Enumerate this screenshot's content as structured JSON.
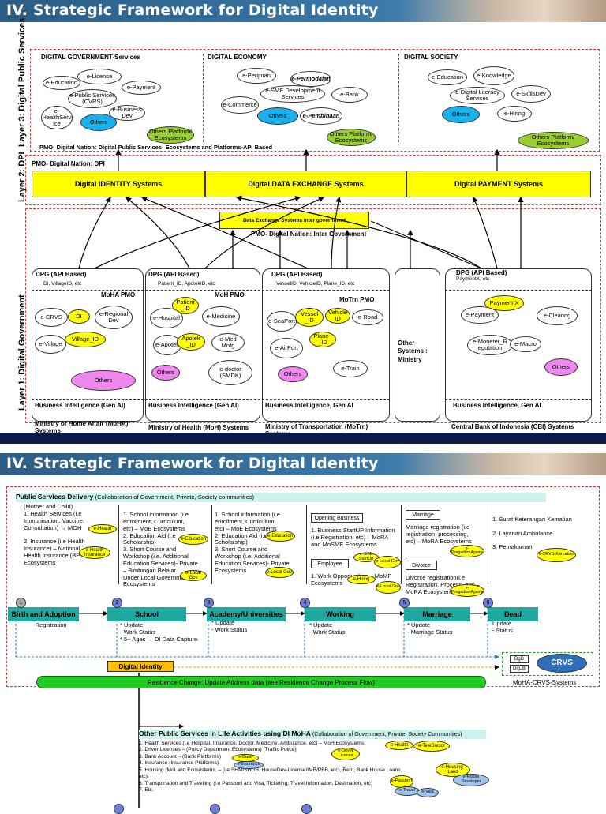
{
  "slide1": {
    "banner_title": "IV. Strategic Framework for Digital Identity",
    "layer3_label": "Layer 3: Digital Public Services",
    "layer2_label": "Layer 2: DPI",
    "layer1_label": "Layer 1: Digital Government",
    "gov_title": "DIGITAL GOVERNMENT-Services",
    "eco_title": "DIGITAL ECONOMY",
    "soc_title": "DIGITAL SOCIETY",
    "gov_items": [
      "e-License",
      "e-Education",
      "e-Payment",
      "e-Public Services (CVRS)",
      "e-Business Dev",
      "e-HealthServ ice",
      "Others"
    ],
    "gov_platform": "Others Platform/ Ecosystems",
    "eco_items": [
      "e-Perijinan",
      "e-Permodalan",
      "e-SME Development Services",
      "e-Bank",
      "e-Commerce",
      "Others",
      "e-Pembinaan"
    ],
    "eco_platform": "Others Platform/ Ecosystems",
    "soc_items": [
      "e-Education",
      "e-Knowledge",
      "e-Digital Literacy Services",
      "e-SkillsDev",
      "Others",
      "e-Hiring"
    ],
    "soc_platform": "Others Platform/ Ecosystems",
    "pmo_dps": "PMO- Digital Nation: Digital Public Services- Ecosystems and Platforms-API Based",
    "pmo_dpi": "PMO- Digital Nation: DPI",
    "dpi_boxes": [
      "Digital IDENTITY Systems",
      "Digital DATA EXCHANGE Systems",
      "Digital PAYMENT Systems"
    ],
    "des_box": "Data Exchange Systems inter government",
    "pmo_inter": "PMO- Digital Nation: Inter Government",
    "dpg_label": "DPG (API Based)",
    "moha": {
      "ids": "DI, VillageID, etc",
      "pmo": "MoHA PMO",
      "items": [
        "e-CRVS",
        "DI",
        "e-Regional Dev",
        "e-Village",
        "Village_ID",
        "Others"
      ],
      "bi": "Business Intelligence (Gen AI)",
      "sys": "Ministry of Home Affair (MoHA) Systems"
    },
    "moh": {
      "ids": "Patient_ID, ApotekID, etc",
      "pmo": "MoH PMO",
      "items": [
        "Patient _ID",
        "e-Hospital",
        "e-Medicine",
        "e-Apotek",
        "Apotek _ID",
        "e-Med Mnfg",
        "Others",
        "e-doctor (SMDK)"
      ],
      "bi": "Business Intelligence (Gen AI)",
      "sys": "Ministry of Health (MoH) Systems"
    },
    "motrn": {
      "ids": "VesselID, VehicleID, Plane_ID, etc",
      "pmo": "MoTrn PMO",
      "items": [
        "e-SeaPort",
        "Vessel _ID",
        "Vehicle ID",
        "e-Road",
        "Plane_ _ID",
        "e-AirPort",
        "Others",
        "e-Train"
      ],
      "bi": "Business Intelligence, Gen AI",
      "sys": "Ministry of Transportation (MoTrn) Systems"
    },
    "other_sys": "Other Systems : Ministry",
    "cbi": {
      "ids": "PaymentX, etc",
      "items": [
        "Payment X",
        "e-Payment",
        "e-Clearing",
        "e-Moneter_R egulation",
        "e-Macro",
        "Others"
      ],
      "bi": "Business Intelligence, Gen AI",
      "sys": "Central Bank of Indonesia (CBI) Systems"
    }
  },
  "slide2": {
    "banner_title": "IV. Strategic Framework for Digital Identity",
    "psd_title": "Public Services Delivery",
    "psd_sub": "(Collaboration of Government, Private, Society communities)",
    "col1": "(Mother and Child)\n1. Health Services (i.e\nImmunisation, Vaccine,\nConsultation) → MOH\n\n2. Insurance (i.e Health\nInsurance) – National\nHealth Insurance (BPJS)\nEcosystems",
    "col2": "1. School information (i.e\nenrollment, Curriculum,\netc) – MoE Ecosystems\n2. Education Aid (i.e\nScholarship)\n3. Short Course and\nWorkshop (i.e. Additional\nEducation Services)- Private\n– Bimbingan Belajar\nUnder Local Government\nEcosystems",
    "col3": "1. School information (i.e\nenrollment, Curriculum,\netc) – MoE Ecosystems\n2. Education Aid (i.e\nScholarship)\n3. Short Course and\nWorkshop (i.e. Additional\nEducation Services)- Private\nEcosystems",
    "col4_head1": "Opening Business",
    "col4a": "1. Business StartUP Information\n(i.e Registration, etc) – MoRA\nand MoSME Ecosystems",
    "col4_head2": "Employee",
    "col4b": "1. Work Opportunities – MoMP\nEcosystems",
    "col5_head1": "Marriage",
    "col5a": "Marriage registration (i.e\nregistration, processing,\netc) – MoRA Ecosystems",
    "col5_head2": "Divorce",
    "col5b": "Divorce registration(i.e\nRegistration, Process, etc) –\nMoRA Ecosystems",
    "col6": "1. Surat Keterangan Kematian\n\n2. Layanan Ambulance\n\n3. Pemakaman",
    "chips": [
      "e-Health",
      "e-Health Insurance",
      "e-Education",
      "e-Local Gov",
      "e-Education",
      "e-Local Gov",
      "e-SME StartUp",
      "e-Local Gov",
      "e-Hiring",
      "e-Local Gov",
      "e-PengadilanAgama",
      "e-PengadilanAgama",
      "e-CRVS-Kematian"
    ],
    "stages": [
      "Birth and Adoption",
      "School",
      "Academy/Universities",
      "Working",
      "Marriage",
      "Dead"
    ],
    "stage_nums": [
      "1",
      "2",
      "3",
      "4",
      "5",
      "6"
    ],
    "stage_notes": [
      "- Registration",
      "* Update\n- Work Status\n* 5+ Ages → DI Data Capture",
      "* Update\n- Work Status",
      "* Update\n- Work Status",
      "* Update\n- Marriage Status",
      "Update\n- Status"
    ],
    "di_box": "Digital Identity",
    "crvs": "CRVS",
    "dgd": "DgD",
    "dgjb": "DigJB",
    "moha_crvs": "MoHA-CRVS-Systems",
    "residence": "Residence Change: Update Address data (see Residence Change Process Flow)",
    "other_title": "Other Public Services in Life Activities using DI MoHA",
    "other_sub": "(Collaboration of Government, Private, Society Communities)",
    "other_list": "1. Health Services (i.e Hospital, Insurance, Doctor, Medicine, Ambulance, etc) – MoH Ecosystems\n2. Driver Licenses – (Policy Department Ecosystems) (Traffic Police)\n3. Bank Account – (Bank Platforms)\n4. Insurance (Insurance Platforms)\n5. Housing (MoLand Ecosystems, – (i.e SHM/SHGB, HouseDev-License/IMB/PBB, etc), Rent, Bank House Loans, etc)\n6. Transportation and Travelling (i.e Passport and Visa, Ticketing, Travel Information, Destination, etc)\n7. Etc.",
    "other_chips": [
      "e-Health",
      "e-TeleDoctor",
      "e-Driver License",
      "e-Bank",
      "e-Insurance",
      "e-Housing-Land",
      "e-House Developer",
      "e-Passport",
      "e-Travel",
      "e-Visa"
    ]
  }
}
